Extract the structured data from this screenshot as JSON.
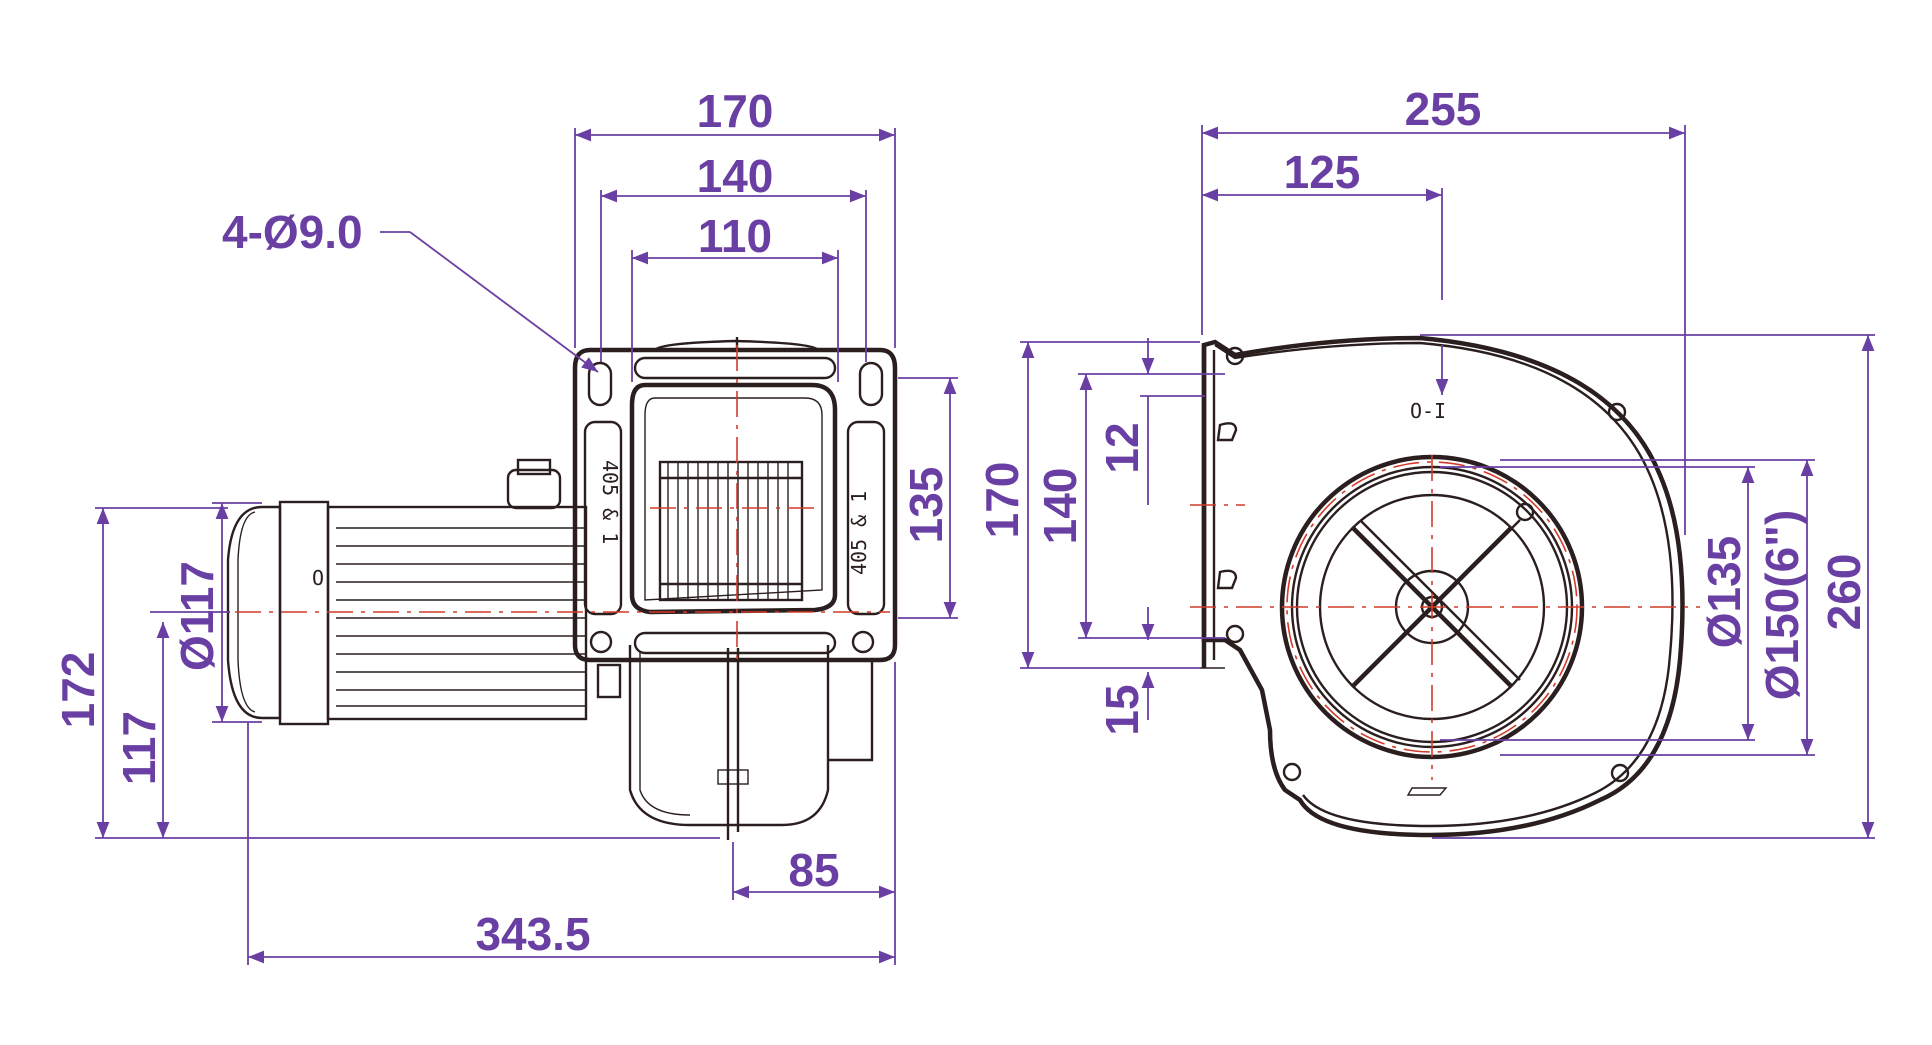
{
  "colors": {
    "dimension": "#6a3fa3",
    "outline": "#2a1e1e",
    "centerline": "#d23b2a",
    "background": "#ffffff"
  },
  "side_view": {
    "hole_callout": "4-Ø9.0",
    "flange_width_outer": "170",
    "hole_spacing": "140",
    "opening_width": "110",
    "flange_height_right": "135",
    "motor_diameter": "Ø117",
    "overall_height": "172",
    "shaft_height": "117",
    "outlet_to_center": "85",
    "overall_length": "343.5",
    "flange_label_left": "405 & 1",
    "flange_label_right": "405 & 1",
    "motor_label": "O"
  },
  "front_view": {
    "overall_width": "255",
    "center_offset": "125",
    "flange_outer": "170",
    "flange_inner": "140",
    "flange_offset": "12",
    "bottom_offset": "15",
    "inlet_inner": "Ø135",
    "inlet_outer": "Ø150(6\")",
    "overall_height": "260",
    "rotation_mark": "O-I"
  }
}
